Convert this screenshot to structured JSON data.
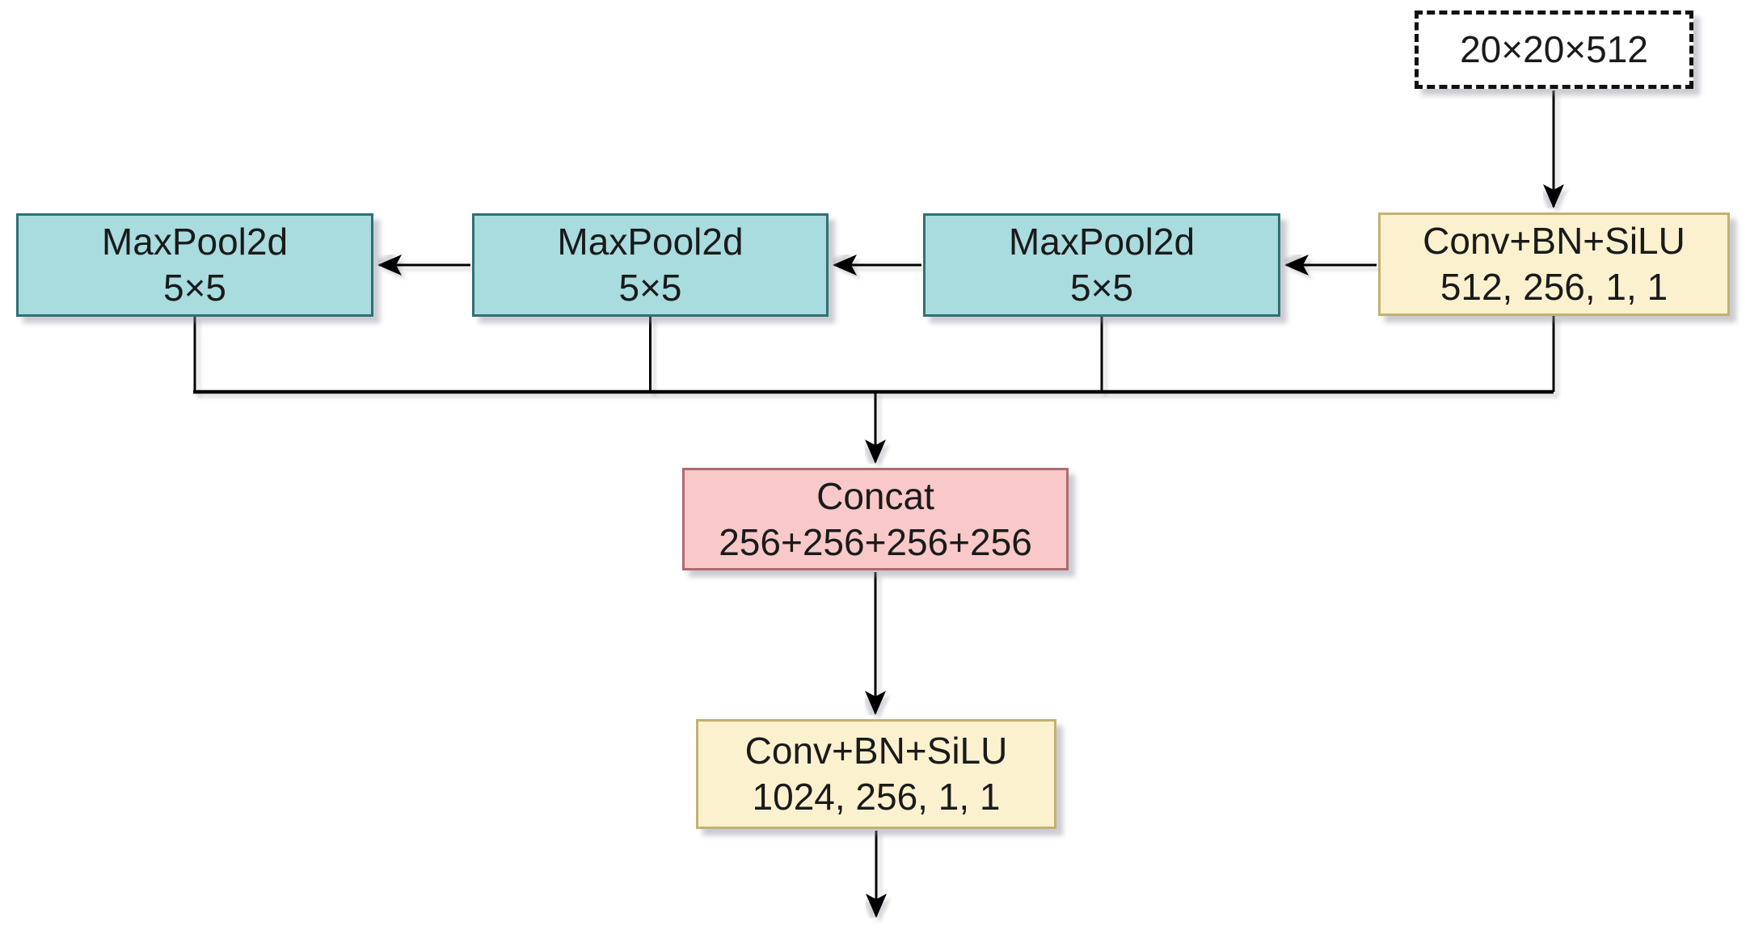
{
  "diagram": {
    "type": "neural-network-block-diagram",
    "nodes": {
      "input": {
        "label": "20×20×512",
        "style": "dashed-tensor"
      },
      "conv_top": {
        "line1": "Conv+BN+SiLU",
        "line2": "512, 256, 1, 1"
      },
      "maxpool_right": {
        "line1": "MaxPool2d",
        "line2": "5×5"
      },
      "maxpool_middle": {
        "line1": "MaxPool2d",
        "line2": "5×5"
      },
      "maxpool_left": {
        "line1": "MaxPool2d",
        "line2": "5×5"
      },
      "concat": {
        "line1": "Concat",
        "line2": "256+256+256+256"
      },
      "conv_bottom": {
        "line1": "Conv+BN+SiLU",
        "line2": "1024, 256, 1, 1"
      }
    },
    "edges": [
      {
        "from": "input",
        "to": "conv_top",
        "arrow": true
      },
      {
        "from": "conv_top",
        "to": "maxpool_right",
        "arrow": true
      },
      {
        "from": "maxpool_right",
        "to": "maxpool_middle",
        "arrow": true
      },
      {
        "from": "maxpool_middle",
        "to": "maxpool_left",
        "arrow": true
      },
      {
        "from": "maxpool_left",
        "to": "concat",
        "arrow": true,
        "via": "bus"
      },
      {
        "from": "maxpool_middle",
        "to": "concat",
        "arrow": true,
        "via": "bus"
      },
      {
        "from": "maxpool_right",
        "to": "concat",
        "arrow": true,
        "via": "bus"
      },
      {
        "from": "conv_top",
        "to": "concat",
        "arrow": true,
        "via": "bus"
      },
      {
        "from": "concat",
        "to": "conv_bottom",
        "arrow": true
      },
      {
        "from": "conv_bottom",
        "to": "output",
        "arrow": true
      }
    ],
    "colors": {
      "maxpool_fill": "#A9DCDF",
      "maxpool_stroke": "#2F7074",
      "conv_fill": "#FBF1CF",
      "conv_stroke": "#C0B272",
      "concat_fill": "#F8C9C8",
      "concat_stroke": "#AC6B6E",
      "edge_line": "#000000",
      "text": "#1a1a1a",
      "background": "#ffffff"
    }
  }
}
